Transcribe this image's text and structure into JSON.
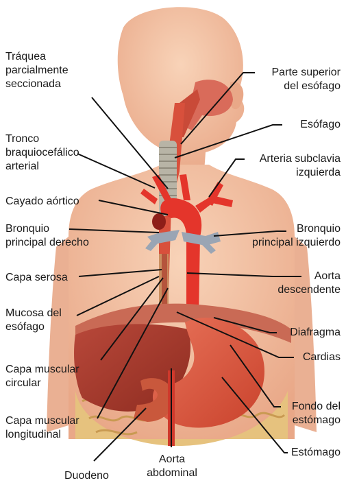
{
  "labels": {
    "traquea_1": "Tráquea",
    "traquea_2": "parcialmente",
    "traquea_3": "seccionada",
    "tronco_1": "Tronco",
    "tronco_2": "braquiocefálico",
    "tronco_3": "arterial",
    "cayado": "Cayado aórtico",
    "bronquio_der_1": "Bronquio",
    "bronquio_der_2": "principal derecho",
    "capa_serosa": "Capa serosa",
    "mucosa_1": "Mucosa del",
    "mucosa_2": "esófago",
    "circular_1": "Capa muscular",
    "circular_2": "circular",
    "longitudinal_1": "Capa muscular",
    "longitudinal_2": "longitudinal",
    "duodeno": "Duodeno",
    "aorta_abd_1": "Aorta",
    "aorta_abd_2": "abdominal",
    "parte_sup_1": "Parte superior",
    "parte_sup_2": "del esófago",
    "esofago": "Esófago",
    "subclavia_1": "Arteria subclavia",
    "subclavia_2": "izquierda",
    "bronquio_izq_1": "Bronquio",
    "bronquio_izq_2": "principal izquierdo",
    "aorta_desc_1": "Aorta",
    "aorta_desc_2": "descendente",
    "diafragma": "Diafragma",
    "cardias": "Cardias",
    "fondo_1": "Fondo del",
    "fondo_2": "estómago",
    "estomago": "Estómago"
  },
  "colors": {
    "skin": "#f3bf9e",
    "skin_shadow": "#e09c7c",
    "artery": "#e4352b",
    "liver": "#a83c2c",
    "stomach": "#d9583c",
    "intestine": "#e6c27e",
    "bronchi": "#9aa5b4",
    "leader": "#111111"
  }
}
